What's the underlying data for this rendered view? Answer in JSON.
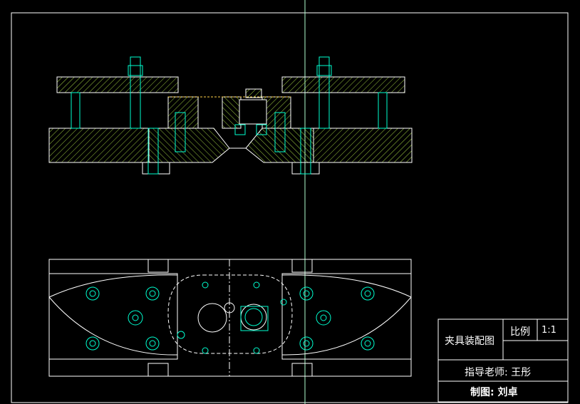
{
  "title_block": {
    "drawing_title": "夹具装配图",
    "scale_label": "比例",
    "scale_value": "1:1",
    "instructor": "指导老师: 王彤",
    "drafter": "制图: 刘卓"
  },
  "colors": {
    "background": "#000000",
    "outline": "#ffffff",
    "hatch": "#c8ff50",
    "parts": "#00ffd0",
    "centerline": "#b0ffd0",
    "dashed_orange": "#ffd24a"
  }
}
